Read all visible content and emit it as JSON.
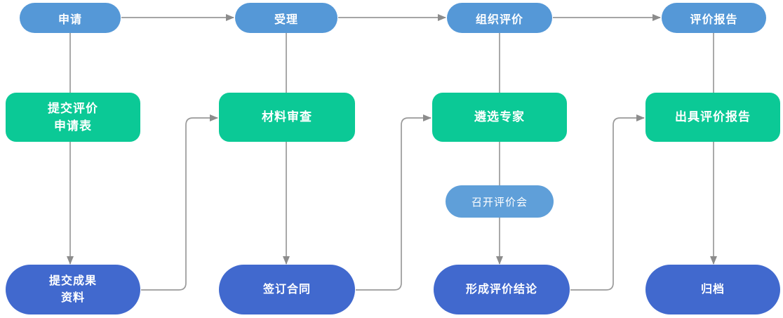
{
  "flow": {
    "stages": [
      "申请",
      "受理",
      "组织评价",
      "评价报告"
    ],
    "actions": [
      "提交评价\n申请表",
      "材料审查",
      "遴选专家",
      "出具评价报告"
    ],
    "meeting": "召开评价会",
    "results": [
      "提交成果\n资料",
      "签订合同",
      "形成评价结论",
      "归档"
    ]
  },
  "colors": {
    "page_bg": "#ffffff",
    "stage_pill": "#5598d7",
    "action_box": "#0bc996",
    "meeting_pill": "#5f9fd9",
    "result_pill": "#4169ce",
    "connector": "#9a9a9a",
    "arrowhead": "#8c8c8c",
    "text": "#ffffff"
  }
}
